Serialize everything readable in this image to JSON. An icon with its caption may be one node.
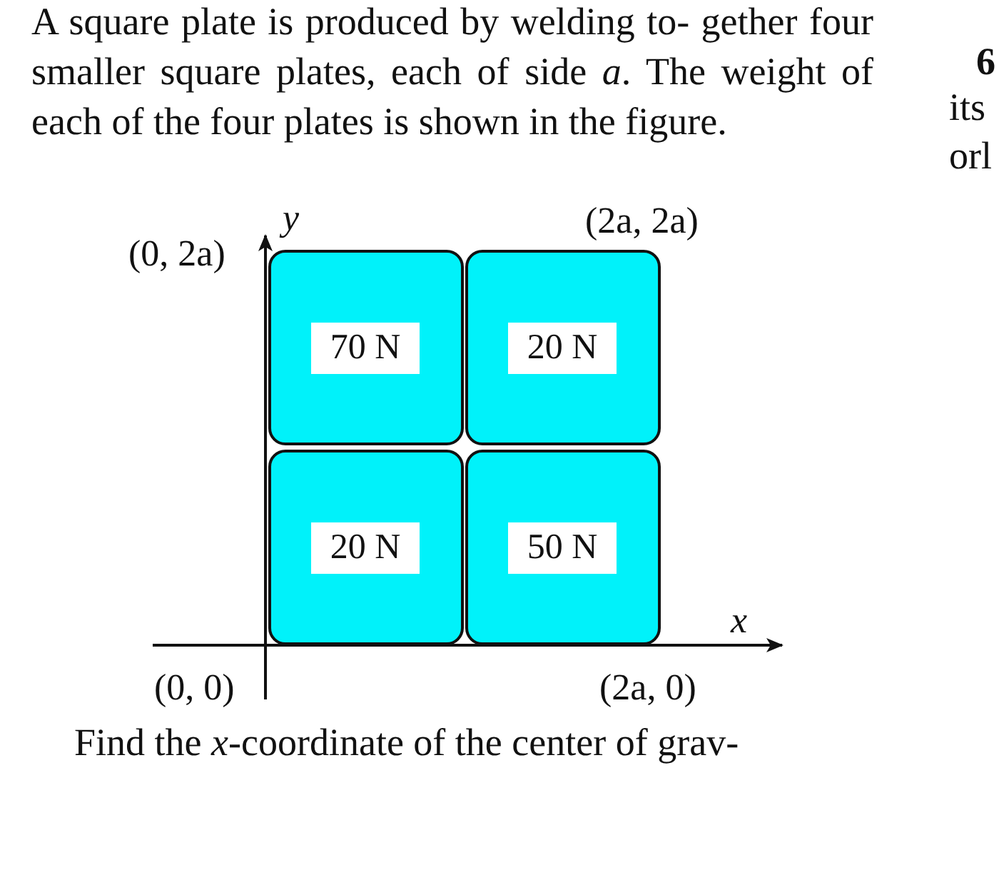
{
  "diagram": {
    "nodes": [
      {
        "text": [
          "70 N"
        ]
      },
      {
        "text": [
          "20 N"
        ]
      },
      {
        "text": [
          "20 N"
        ]
      },
      {
        "text": [
          "50 N"
        ]
      }
    ],
    "edges": [],
    "labels": [
      "A square plate is produced by welding to- gether four smaller square plates, each of side *a*. The weight of each of the four plates is shown in the figure.",
      "6",
      "its",
      "orl",
      "y",
      "(0, 2a)",
      "(2a, 2a)",
      "x",
      "(0, 0)",
      "(2a, 0)",
      "Find the *x*-coordinate of the center of grav-"
    ]
  }
}
